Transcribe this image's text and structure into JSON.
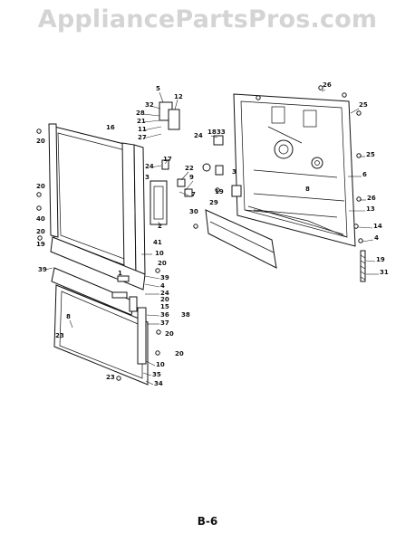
{
  "watermark": "AppliancePartsPros.com",
  "page_number": "B-6",
  "callouts": [
    "1",
    "2",
    "3",
    "4",
    "5",
    "6",
    "7",
    "8",
    "9",
    "10",
    "11",
    "12",
    "13",
    "14",
    "15",
    "16",
    "17",
    "18",
    "19",
    "20",
    "21",
    "22",
    "23",
    "24",
    "25",
    "26",
    "27",
    "28",
    "29",
    "30",
    "31",
    "32",
    "33",
    "34",
    "35",
    "36",
    "37",
    "38",
    "39",
    "40",
    "41"
  ]
}
